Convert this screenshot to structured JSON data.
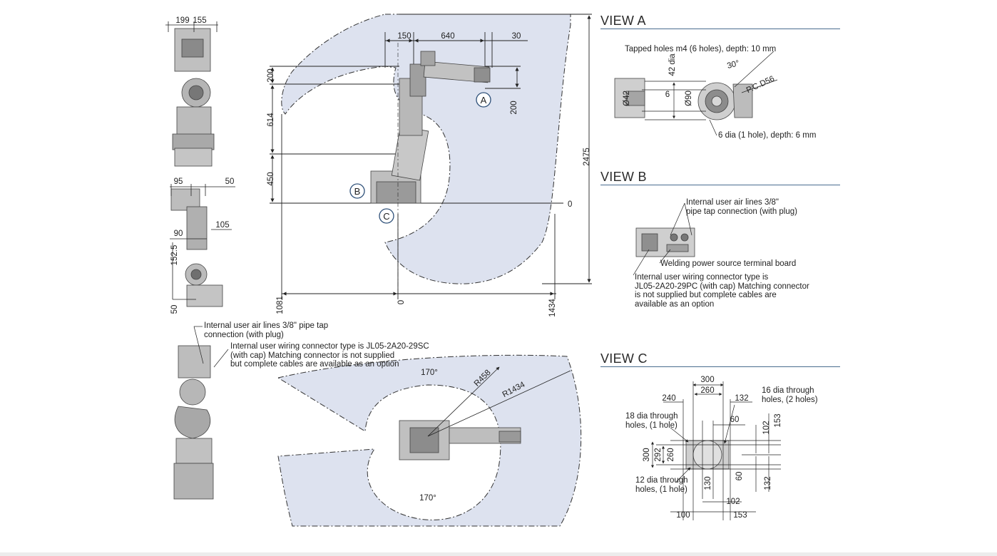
{
  "view_a": {
    "title": "VIEW A",
    "tapped_holes": "Tapped holes m4 (6 holes), depth: 10 mm",
    "hole_6dia": "6 dia (1 hole), depth: 6 mm",
    "d42dia": "42 dia",
    "angle30": "30°",
    "pcd": "P.C.D56",
    "d42": "Ø42",
    "d6": "6",
    "d90": "Ø90"
  },
  "view_b": {
    "title": "VIEW B",
    "air_lines": "Internal user air lines 3/8\"\npipe tap connection (with plug)",
    "welding": "Welding power source terminal board",
    "wiring": "Internal user wiring connector type is\nJL05-2A20-29PC (with cap) Matching connector\nis not supplied but complete cables are\navailable as an option"
  },
  "view_c": {
    "title": "VIEW C",
    "holes16": "16 dia through\nholes, (2 holes)",
    "holes18": "18 dia through\nholes, (1 hole)",
    "holes12": "12 dia through\nholes, (1 hole)",
    "d300": "300",
    "d260": "260",
    "d240": "240",
    "d132": "132",
    "d60": "60",
    "d102": "102",
    "d153": "153",
    "d292": "292",
    "d130": "130",
    "d100": "100"
  },
  "side_view": {
    "air_lines": "Internal user air lines 3/8\" pipe tap\nconnection (with plug)",
    "wiring": "Internal user wiring connector type is JL05-2A20-29SC\n(with cap) Matching connector is not supplied\nbut complete cables are available as an option"
  },
  "front_dims": {
    "d199": "199",
    "d155": "155",
    "d95": "95",
    "d50a": "50",
    "d105": "105",
    "d90": "90",
    "d152_5": "152.5",
    "d50b": "50"
  },
  "main_view": {
    "d150": "150",
    "d640": "640",
    "d30": "30",
    "d200a": "200",
    "d614": "614",
    "d450": "450",
    "d200b": "200",
    "d2475": "2475",
    "d0": "0",
    "d1081": "1081",
    "d0b": "0",
    "d1434": "1434",
    "marker_a": "A",
    "marker_b": "B",
    "marker_c": "C"
  },
  "top_view": {
    "angle_top": "170°",
    "angle_bottom": "170°",
    "r458": "R458",
    "r1434": "R1434"
  },
  "colors": {
    "envelope_fill": "#dde2ef",
    "robot_gray": "#bfbfbf",
    "robot_dark": "#5f5f5f",
    "line": "#222222",
    "accent_rule": "#4a6c8f",
    "marker_ring": "#2d4f78"
  }
}
